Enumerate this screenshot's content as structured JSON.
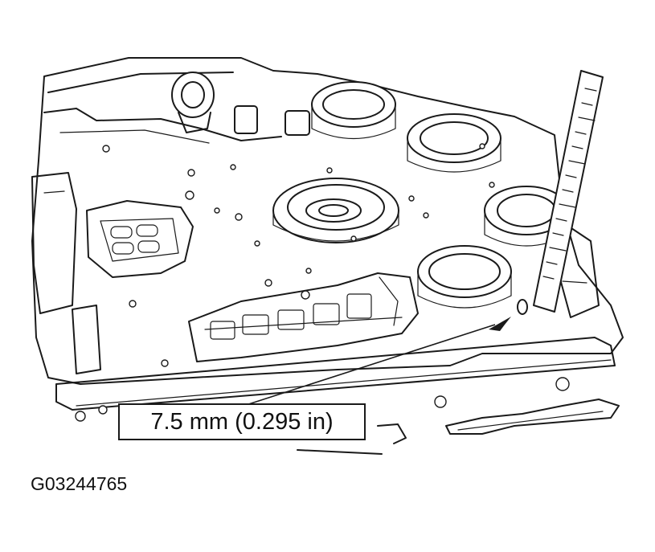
{
  "callout": {
    "measurement": "7.5 mm (0.295 in)"
  },
  "figure": {
    "id": "G03244765"
  },
  "diagram": {
    "subject": "valve-body-plate",
    "tool": "depth-gauge-ruler"
  }
}
